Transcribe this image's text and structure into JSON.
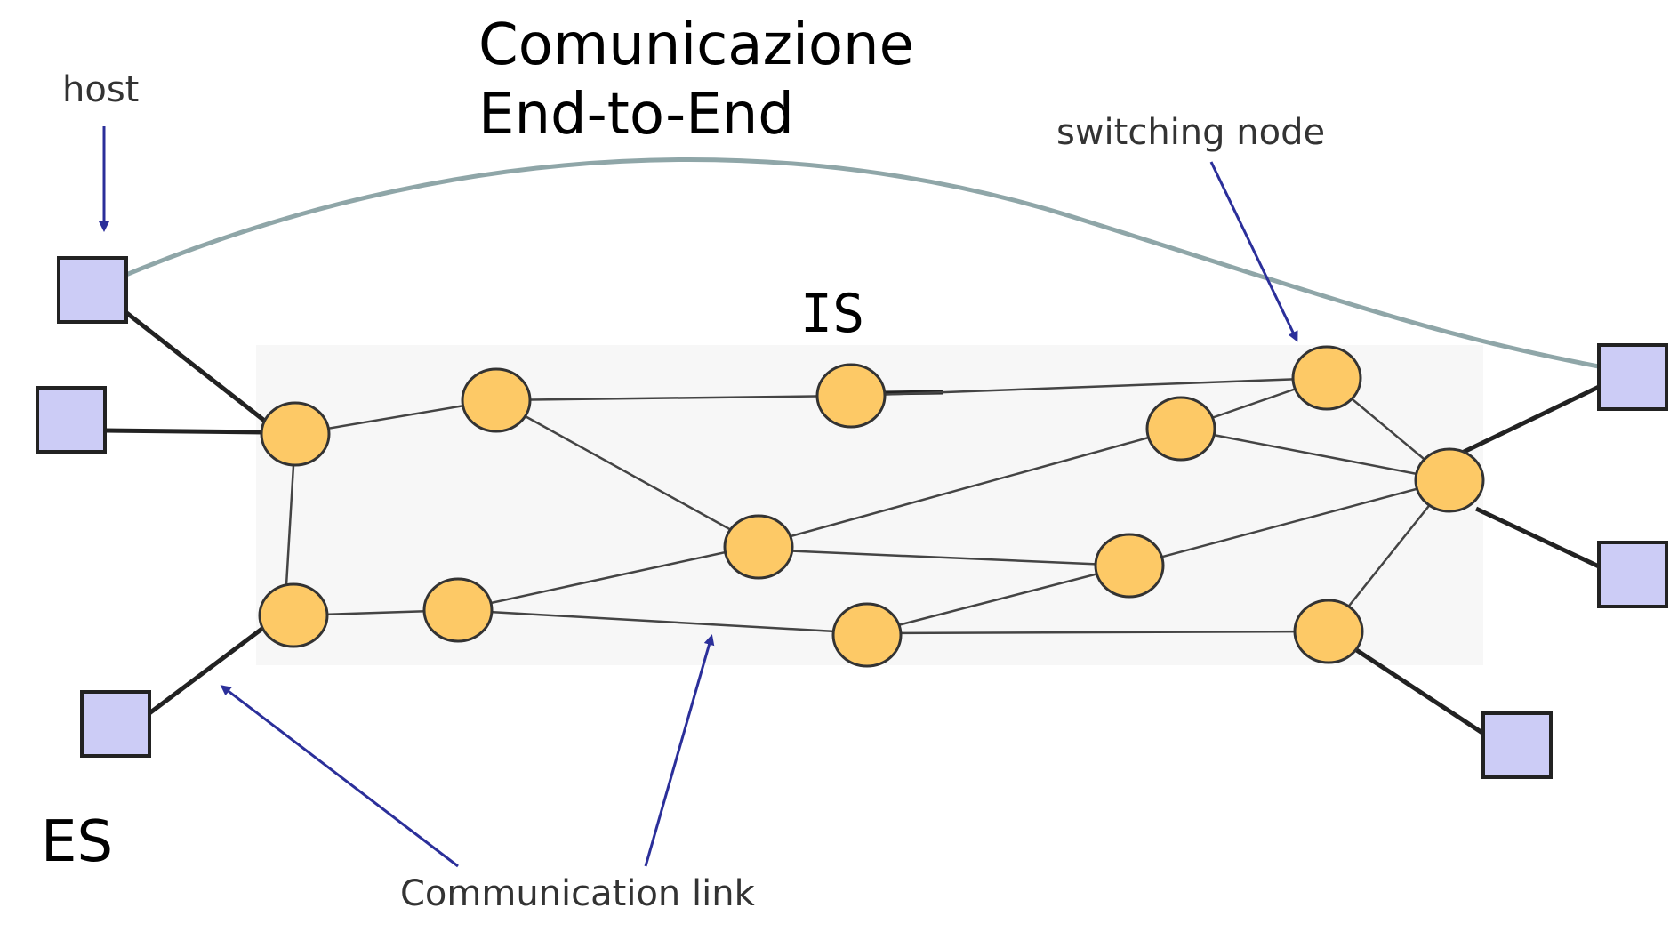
{
  "title": {
    "line1": "Comunicazione",
    "line2": "End-to-End"
  },
  "labels": {
    "is": "IS",
    "es": "ES",
    "host": "host",
    "switching_node": "switching node",
    "communication_link": "Communication link"
  },
  "colors": {
    "host_fill": "#ccccf6",
    "host_stroke": "#222222",
    "node_fill": "#fdc966",
    "node_stroke": "#333333",
    "link": "#333333",
    "end_to_end_arc": "#8fa6a8",
    "pointer_arrow": "#2b2f9a",
    "network_area": "#f7f7f7"
  }
}
